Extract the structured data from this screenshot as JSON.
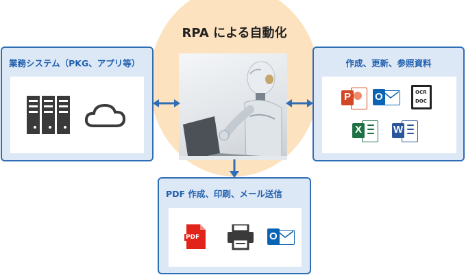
{
  "center": {
    "title": "RPA による自動化"
  },
  "left_card": {
    "title": "業務システム（PKG、アプリ等）"
  },
  "right_card": {
    "title": "作成、更新、参照資料"
  },
  "bottom_card": {
    "title": "PDF 作成、印刷、メール送信"
  },
  "icons": {
    "ppt_letter": "P",
    "outlook_letter": "O",
    "excel_letter": "X",
    "word_letter": "W",
    "ocr_top": "OCR",
    "ocr_bottom": "DOC",
    "pdf_label": "PDF"
  },
  "colors": {
    "accent_blue": "#2f6db5",
    "card_bg": "#dde8f6",
    "blob": "#fde2bf",
    "ppt": "#d24726",
    "outlook": "#0a64b4",
    "excel": "#1e7145",
    "word": "#2b579a",
    "pdf": "#e2231a"
  }
}
